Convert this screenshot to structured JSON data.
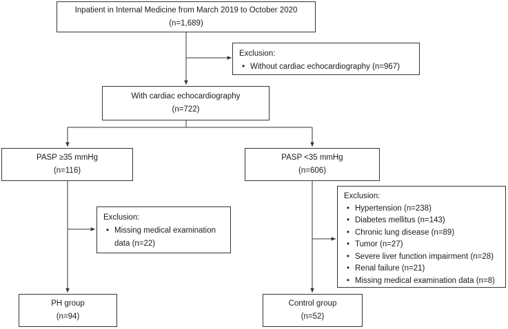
{
  "colors": {
    "line": "#333333",
    "text": "#1a1a1a",
    "background": "#ffffff"
  },
  "nodes": {
    "inpatients": {
      "title": "Inpatient in Internal Medicine from March 2019 to October 2020",
      "count": "(n=1,689)"
    },
    "echo": {
      "title": "With cardiac echocardiography",
      "count": "(n=722)"
    },
    "pasp_high": {
      "title": "PASP ≥35 mmHg",
      "count": "(n=116)"
    },
    "pasp_low": {
      "title": "PASP <35 mmHg",
      "count": "(n=606)"
    },
    "ph_group": {
      "title": "PH group",
      "count": "(n=94)"
    },
    "control_group": {
      "title": "Control group",
      "count": "(n=52)"
    }
  },
  "exclusions": {
    "first": {
      "heading": "Exclusion:",
      "items": [
        "Without cardiac echocardiography (n=967)"
      ]
    },
    "ph": {
      "heading": "Exclusion:",
      "item_line1": "Missing medical examination",
      "item_line2": "data (n=22)"
    },
    "control": {
      "heading": "Exclusion:",
      "items": [
        "Hypertension (n=238)",
        "Diabetes mellitus (n=143)",
        "Chronic lung disease (n=89)",
        "Tumor (n=27)",
        "Severe liver function impairment (n=28)",
        "Renal failure (n=21)",
        "Missing medical examination data (n=8)"
      ]
    }
  }
}
